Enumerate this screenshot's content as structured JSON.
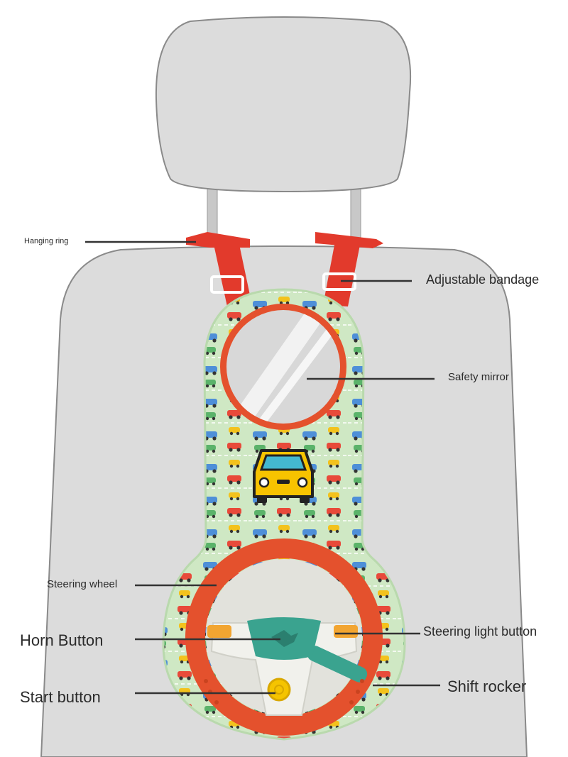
{
  "product": "baby car seat steering wheel toy",
  "callouts": {
    "hanging_ring": "Hanging ring",
    "adjustable_bandage": "Adjustable bandage",
    "safety_mirror": "Safety mirror",
    "steering_wheel": "Steering wheel",
    "horn_button": "Horn Button",
    "steering_light_button": "Steering light button",
    "start_button": "Start button",
    "shift_rocker": "Shift rocker"
  },
  "colors": {
    "seat": "#dcdcdc",
    "seat_outline": "#8a8a8a",
    "strap": "#e23a2c",
    "panel": "#cfe8c4",
    "wheel_rim": "#e4512d",
    "mirror_ring": "#e4512d",
    "horn_pad": "#3aa38f",
    "turn_signal": "#f2a531",
    "start_button": "#f5c400",
    "car_yellow": "#f7c300"
  }
}
